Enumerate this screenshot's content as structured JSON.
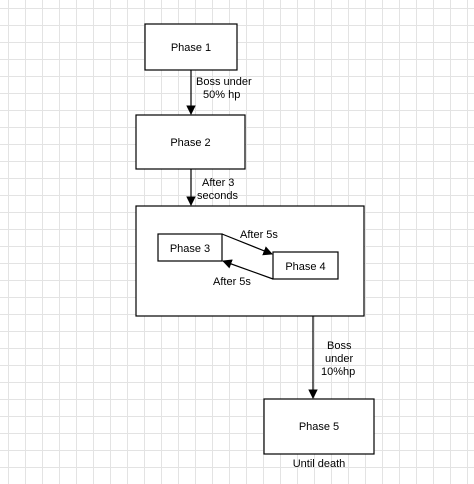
{
  "diagram": {
    "nodes": {
      "phase1": {
        "label": "Phase 1"
      },
      "phase2": {
        "label": "Phase 2"
      },
      "phase3": {
        "label": "Phase 3"
      },
      "phase4": {
        "label": "Phase 4"
      },
      "phase5": {
        "label": "Phase 5"
      }
    },
    "edges": {
      "p1_to_p2": {
        "line1": "Boss under",
        "line2": "50% hp"
      },
      "p2_to_group": {
        "line1": "After 3",
        "line2": "seconds"
      },
      "p3_to_p4": {
        "label": "After 5s"
      },
      "p4_to_p3": {
        "label": "After 5s"
      },
      "group_to_p5": {
        "line1": "Boss",
        "line2": "under",
        "line3": "10%hp"
      }
    },
    "notes": {
      "until_death": "Until death"
    },
    "colors": {
      "stroke": "#000000",
      "fill": "#ffffff",
      "grid": "#e3e3e3"
    }
  }
}
